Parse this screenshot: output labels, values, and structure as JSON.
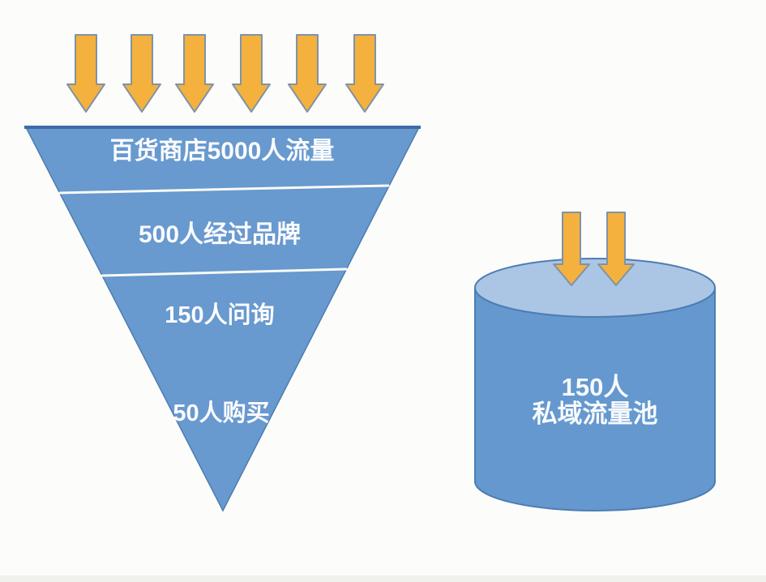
{
  "diagram": {
    "title_hidden": "",
    "funnel": {
      "levels": [
        {
          "label": "百货商店5000人流量"
        },
        {
          "label": "500人经过品牌"
        },
        {
          "label": "150人问询"
        },
        {
          "label": "50人购买"
        }
      ]
    },
    "pool": {
      "label_line1": "150人",
      "label_line2": "私域流量池"
    },
    "arrows": {
      "top_count": 6,
      "pool_count": 2
    },
    "colors": {
      "background": "#fcfcfa",
      "funnel_fill": "#6899cf",
      "funnel_stroke": "#4c7db3",
      "funnel_top_edge": "#3c6ca5",
      "pool_body_fill": "#6598ce",
      "pool_top_fill": "#abc5e4",
      "arrow_fill": "#f4b13d",
      "arrow_stroke": "#7e93a8",
      "label_color": "#ffffff",
      "footer_strip": "#f0f0ed"
    }
  }
}
